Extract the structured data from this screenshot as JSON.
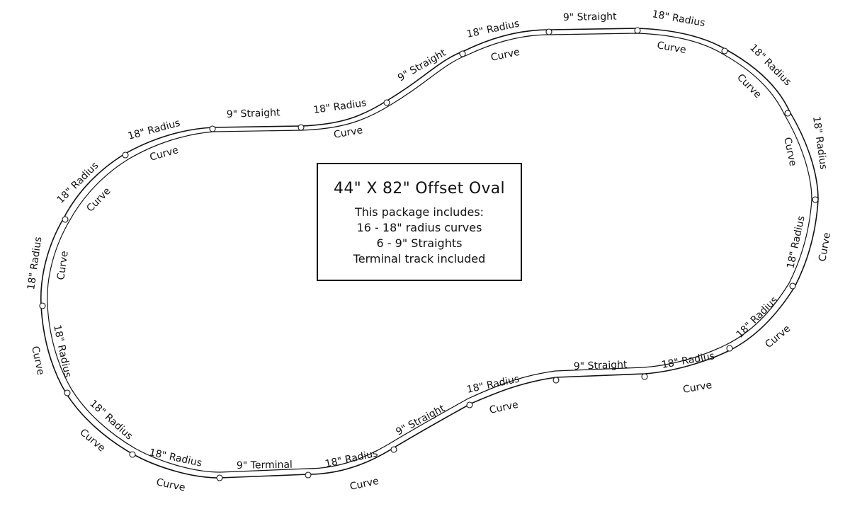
{
  "info": {
    "title": "44\" X 82\" Offset Oval",
    "lines": [
      "This package includes:",
      "16 - 18\" radius curves",
      "6 - 9\" Straights",
      "Terminal track included"
    ]
  },
  "labels": {
    "radius": "18\" Radius",
    "curve": "Curve",
    "straight": "9\" Straight",
    "terminal": "9\" Terminal"
  }
}
